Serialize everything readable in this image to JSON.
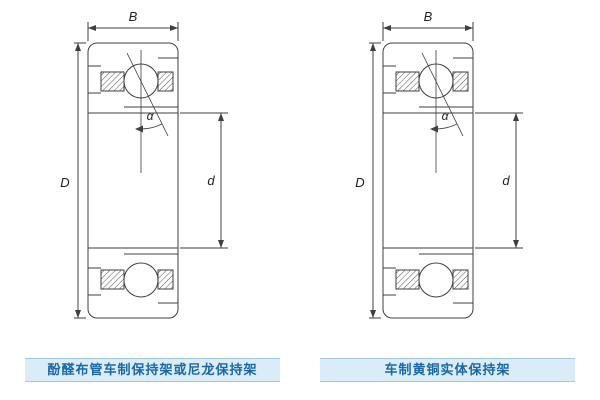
{
  "figures": [
    {
      "caption": "酚醛布管车制保持架或尼龙保持架"
    },
    {
      "caption": "车制黄铜实体保持架"
    }
  ],
  "labels": {
    "width": "B",
    "outer_diameter": "D",
    "bore": "d",
    "contact_angle": "α"
  },
  "colors": {
    "caption_text": "#1a68aa",
    "caption_background": "#daecf8",
    "caption_border": "#9cc9e8",
    "drawing_line": "#3f3f3f"
  }
}
